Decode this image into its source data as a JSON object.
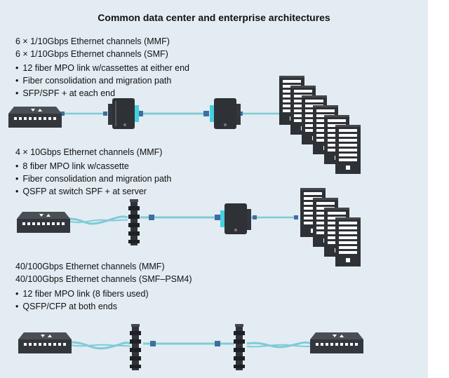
{
  "title": "Common data center and enterprise architectures",
  "colors": {
    "background": "#e3ecf2",
    "device": "#33373d",
    "cable": "#7fcbd6",
    "connector": "#3d6fa0"
  },
  "sections": [
    {
      "headings": [
        "6 × 1/10Gbps Ethernet channels (MMF)",
        "6 × 1/10Gbps Ethernet channels (SMF)"
      ],
      "bullets": [
        "12 fiber MPO link w/cassettes at either end",
        "Fiber consolidation and migration path",
        "SFP/SPF + at each end"
      ]
    },
    {
      "headings": [
        "4 × 10Gbps Ethernet channels (MMF)"
      ],
      "bullets": [
        "8 fiber MPO link w/cassette",
        "Fiber consolidation and migration path",
        "QSFP at switch SPF + at server"
      ]
    },
    {
      "headings": [
        "40/100Gbps Ethernet channels (MMF)",
        "40/100Gbps Ethernet channels (SMF–PSM4)"
      ],
      "bullets": [
        "12 fiber MPO link (8 fibers used)",
        "QSFP/CFP at both ends"
      ]
    }
  ],
  "icons": [
    "switch-icon",
    "cassette-icon",
    "patch-panel-icon",
    "server-icon",
    "fiber-cable-icon"
  ]
}
